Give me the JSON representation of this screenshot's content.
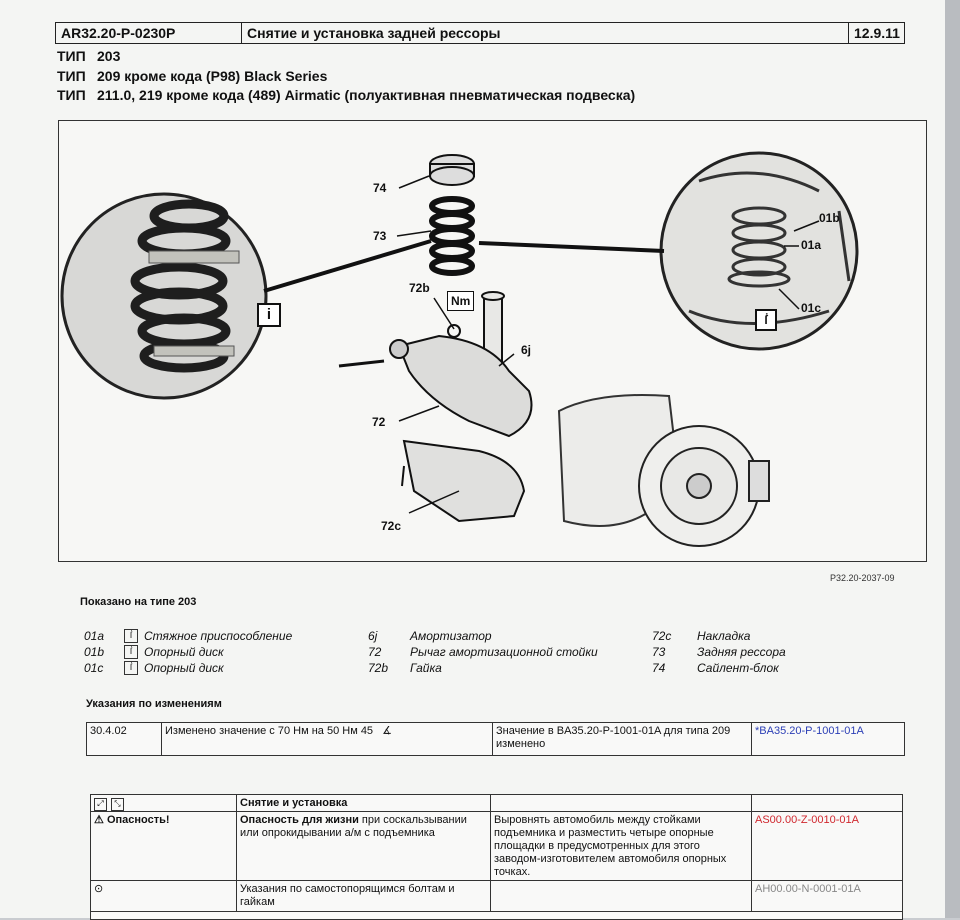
{
  "header": {
    "doc_code": "AR32.20-P-0230P",
    "title": "Снятие и установка задней рессоры",
    "section": "12.9.11"
  },
  "types": [
    {
      "label": "ТИП",
      "value": "203"
    },
    {
      "label": "ТИП",
      "value": "209 кроме кода (P98) Black Series"
    },
    {
      "label": "ТИП",
      "value": "211.0, 219 кроме кода (489) Airmatic (полуактивная пневматическая подвеска)"
    }
  ],
  "figure": {
    "labels": {
      "l74": "74",
      "l73": "73",
      "l72b": "72b",
      "nm": "Nm",
      "l6j": "6j",
      "l72": "72",
      "l72c": "72c",
      "info": "i",
      "l01b": "01b",
      "l01a": "01a",
      "l01c": "01c"
    },
    "code": "P32.20-2037-09"
  },
  "shown_on": "Показано на типе 203",
  "legend": {
    "col1": [
      {
        "code": "01a",
        "text": "Стяжное приспособление"
      },
      {
        "code": "01b",
        "text": "Опорный диск"
      },
      {
        "code": "01c",
        "text": "Опорный диск"
      }
    ],
    "col2": [
      {
        "code": "6j",
        "text": "Амортизатор"
      },
      {
        "code": "72",
        "text": "Рычаг амортизационной стойки"
      },
      {
        "code": "72b",
        "text": "Гайка"
      }
    ],
    "col3": [
      {
        "code": "72c",
        "text": "Накладка"
      },
      {
        "code": "73",
        "text": "Задняя рессора"
      },
      {
        "code": "74",
        "text": "Сайлент-блок"
      }
    ]
  },
  "changes": {
    "title": "Указания по изменениям",
    "date": "30.4.02",
    "change": "Изменено значение с 70 Нм на 50 Нм 45",
    "note": "Значение в BA35.20-P-1001-01A для типа 209 изменено",
    "link": "*BA35.20-P-1001-01A"
  },
  "work": {
    "header": "Снятие и установка",
    "danger_label": "Опасность!",
    "danger_title": "Опасность для жизни",
    "danger_text": " при соскальзывании или опрокидывании а/м с подъемника",
    "danger_action": "Выровнять автомобиль между стойками подъемника и разместить четыре опорные площадки в предусмотренных для этого заводом-изготовителем автомобиля опорных точках.",
    "danger_ref": "AS00.00-Z-0010-01A",
    "bolts_text": "Указания по самостопорящимся болтам и гайкам",
    "bolts_ref": "AH00.00-N-0001-01A"
  },
  "colors": {
    "red_ref": "#d0282f",
    "blue_ref": "#2c3fb6"
  }
}
